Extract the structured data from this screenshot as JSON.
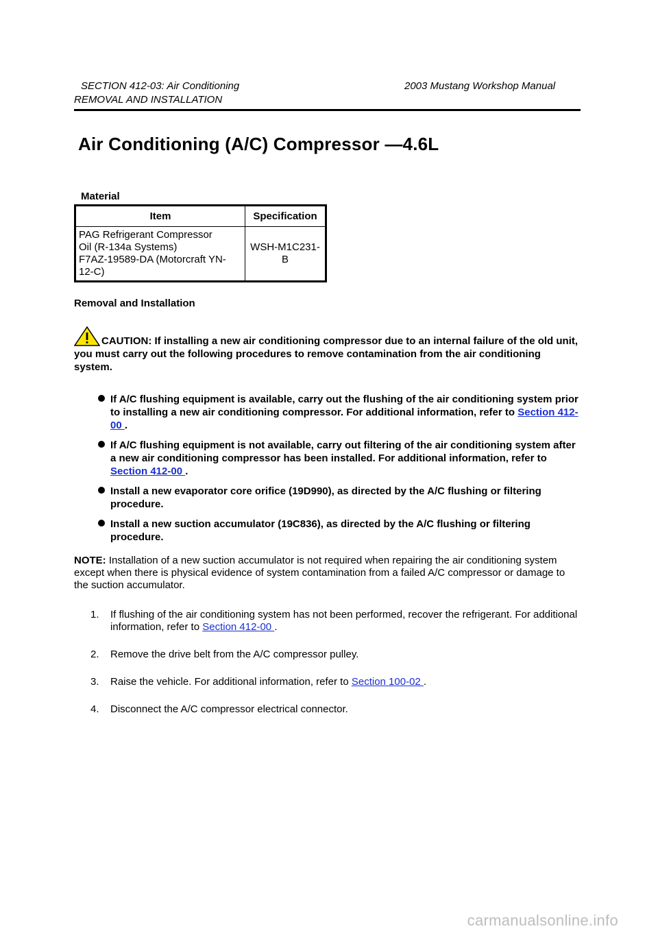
{
  "header": {
    "section": "SECTION 412-03: Air Conditioning",
    "manual": "2003 Mustang Workshop Manual",
    "subheading": "REMOVAL AND INSTALLATION"
  },
  "title": "Air Conditioning (A/C) Compressor —4.6L",
  "material": {
    "label": "Material",
    "columns": [
      "Item",
      "Specification"
    ],
    "rows": [
      {
        "item": [
          "PAG Refrigerant Compressor",
          "Oil (R-134a Systems)",
          "F7AZ-19589-DA (Motorcraft YN-",
          "12-C)"
        ],
        "spec": [
          "WSH-M1C231-",
          "B"
        ]
      }
    ]
  },
  "removal_heading": "Removal and Installation",
  "caution": {
    "icon": "warning-triangle-icon",
    "text": "CAUTION: If installing a new air conditioning compressor due to an internal failure of the old unit, you must carry out the following procedures to remove contamination from the air conditioning system."
  },
  "bullets": [
    {
      "pre": "If A/C flushing equipment is available, carry out the flushing of the air conditioning system prior to installing a new air conditioning compressor. For additional information, refer to ",
      "link": "Section 412-00 ",
      "post": "."
    },
    {
      "pre": "If A/C flushing equipment is not available, carry out filtering of the air conditioning system after a new air conditioning compressor has been installed. For additional information, refer to ",
      "link": "Section 412-00 ",
      "post": "."
    },
    {
      "pre": "Install a new evaporator core orifice (19D990), as directed by the A/C flushing or filtering procedure.",
      "link": "",
      "post": ""
    },
    {
      "pre": "Install a new suction accumulator (19C836), as directed by the A/C flushing or filtering procedure.",
      "link": "",
      "post": ""
    }
  ],
  "note": {
    "label": "NOTE:",
    "text": " Installation of a new suction accumulator is not required when repairing the air conditioning system except when there is physical evidence of system contamination from a failed A/C compressor or damage to the suction accumulator."
  },
  "steps": [
    {
      "num": "1.",
      "pre": "If flushing of the air conditioning system has not been performed, recover the refrigerant. For additional information, refer to ",
      "link": "Section 412-00 ",
      "post": "."
    },
    {
      "num": "2.",
      "pre": "Remove the drive belt from the A/C compressor pulley.",
      "link": "",
      "post": ""
    },
    {
      "num": "3.",
      "pre": "Raise the vehicle. For additional information, refer to ",
      "link": "Section 100-02 ",
      "post": "."
    },
    {
      "num": "4.",
      "pre": "Disconnect the A/C compressor electrical connector.",
      "link": "",
      "post": ""
    }
  ],
  "watermark": "carmanualsonline.info",
  "colors": {
    "link": "#1a2fd0",
    "caution_fill": "#ffe600",
    "watermark": "#bdbdbd"
  }
}
